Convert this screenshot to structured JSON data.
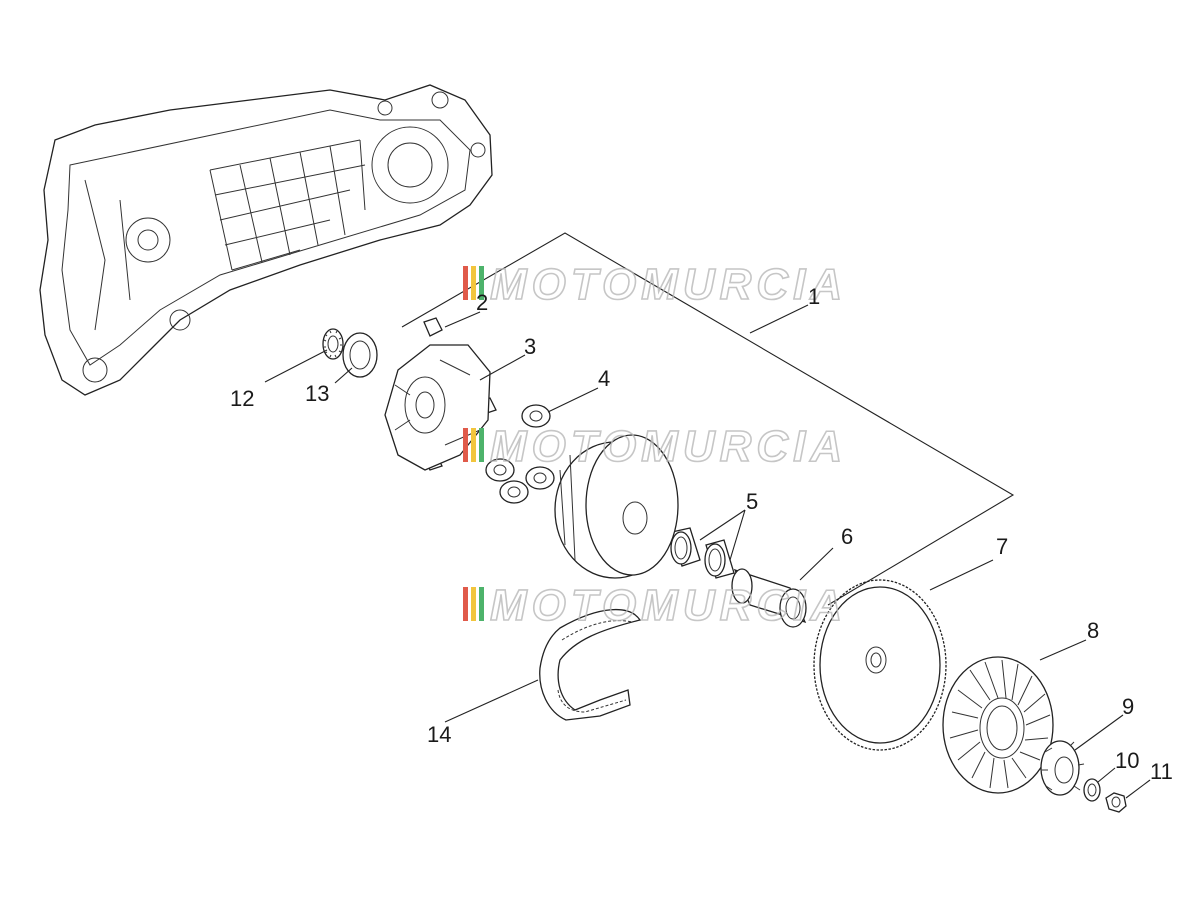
{
  "diagram": {
    "watermark": "MOTOMURCIA",
    "callouts": [
      {
        "id": "1",
        "text": "1"
      },
      {
        "id": "2",
        "text": "2"
      },
      {
        "id": "3",
        "text": "3"
      },
      {
        "id": "4",
        "text": "4"
      },
      {
        "id": "5",
        "text": "5"
      },
      {
        "id": "6",
        "text": "6"
      },
      {
        "id": "7",
        "text": "7"
      },
      {
        "id": "8",
        "text": "8"
      },
      {
        "id": "9",
        "text": "9"
      },
      {
        "id": "10",
        "text": "10"
      },
      {
        "id": "11",
        "text": "11"
      },
      {
        "id": "12",
        "text": "12"
      },
      {
        "id": "13",
        "text": "13"
      },
      {
        "id": "14",
        "text": "14"
      }
    ],
    "colors": {
      "line": "#222222",
      "watermark_stripe_red": "#e05a4a",
      "watermark_stripe_yellow": "#f2c53d",
      "watermark_stripe_green": "#4db36b"
    }
  }
}
